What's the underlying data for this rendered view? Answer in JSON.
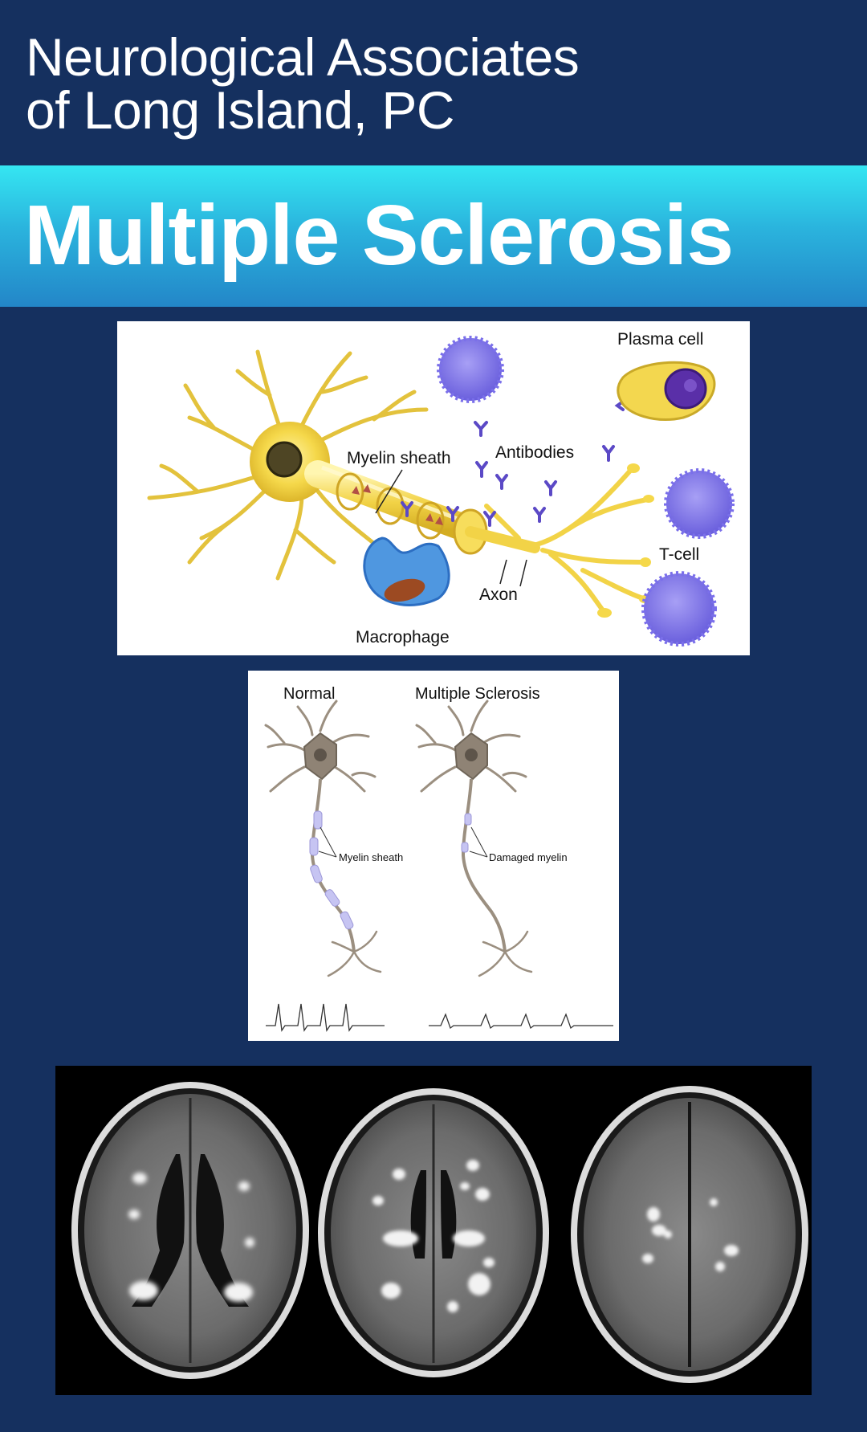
{
  "header": {
    "org_line1": "Neurological Associates",
    "org_line2": "of Long Island, PC"
  },
  "title_band": {
    "title": "Multiple Sclerosis"
  },
  "neuron_diagram": {
    "labels": {
      "plasma_cell": "Plasma cell",
      "myelin_sheath": "Myelin sheath",
      "antibodies": "Antibodies",
      "t_cell": "T-cell",
      "axon": "Axon",
      "macrophage": "Macrophage"
    }
  },
  "comparison_diagram": {
    "normal_title": "Normal",
    "ms_title": "Multiple Sclerosis",
    "normal_label": "Myelin sheath",
    "ms_label": "Damaged myelin"
  },
  "colors": {
    "navy_background": "#15305f",
    "band_top": "#35e6f2",
    "band_bottom": "#2386c8",
    "neuron_yellow": "#f5d84a",
    "immune_purple": "#7f74e6"
  }
}
